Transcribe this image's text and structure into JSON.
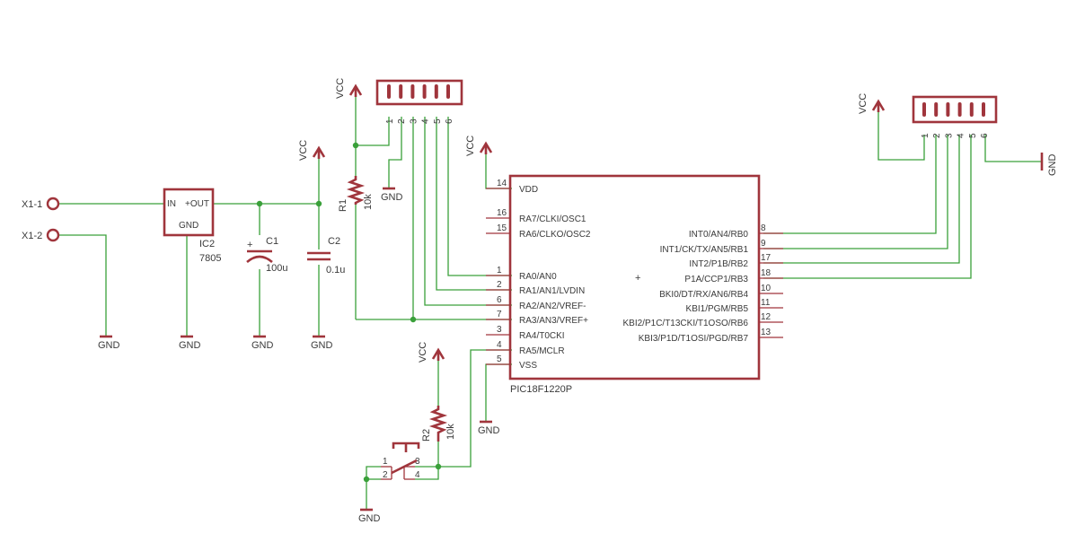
{
  "colors": {
    "net": "#3aa03a",
    "symbol": "#a0353c",
    "text": "#3a3a3a",
    "background": "#ffffff"
  },
  "connector_x1": {
    "pin1": "X1-1",
    "pin2": "X1-2"
  },
  "regulator": {
    "name": "IC2",
    "value": "7805",
    "in": "IN",
    "out": "+OUT",
    "gnd": "GND"
  },
  "capacitors": [
    {
      "name": "C1",
      "value": "100u"
    },
    {
      "name": "C2",
      "value": "0.1u"
    }
  ],
  "resistors": [
    {
      "name": "R1",
      "value": "10k"
    },
    {
      "name": "R2",
      "value": "10k"
    }
  ],
  "supply_labels": {
    "vcc": "VCC",
    "gnd": "GND"
  },
  "header_left": {
    "pins": [
      "1",
      "2",
      "3",
      "4",
      "5",
      "6"
    ]
  },
  "header_right": {
    "pins": [
      "1",
      "2",
      "3",
      "4",
      "5",
      "6"
    ]
  },
  "switch": {
    "pins": [
      "1",
      "2",
      "3",
      "4"
    ]
  },
  "mcu": {
    "name": "PIC18F1220P",
    "left_pins": [
      {
        "num": "14",
        "name": "VDD"
      },
      {
        "num": "16",
        "name": "RA7/CLKI/OSC1"
      },
      {
        "num": "15",
        "name": "RA6/CLKO/OSC2"
      },
      {
        "num": "1",
        "name": "RA0/AN0"
      },
      {
        "num": "2",
        "name": "RA1/AN1/LVDIN"
      },
      {
        "num": "6",
        "name": "RA2/AN2/VREF-"
      },
      {
        "num": "7",
        "name": "RA3/AN3/VREF+"
      },
      {
        "num": "3",
        "name": "RA4/T0CKI"
      },
      {
        "num": "4",
        "name": "RA5/MCLR"
      },
      {
        "num": "5",
        "name": "VSS"
      }
    ],
    "right_pins": [
      {
        "num": "8",
        "name": "INT0/AN4/RB0"
      },
      {
        "num": "9",
        "name": "INT1/CK/TX/AN5/RB1"
      },
      {
        "num": "17",
        "name": "INT2/P1B/RB2"
      },
      {
        "num": "18",
        "name": "P1A/CCP1/RB3"
      },
      {
        "num": "10",
        "name": "BKI0/DT/RX/AN6/RB4"
      },
      {
        "num": "11",
        "name": "KBI1/PGM/RB5"
      },
      {
        "num": "12",
        "name": "KBI2/P1C/T13CKI/T1OSO/RB6"
      },
      {
        "num": "13",
        "name": "KBI3/P1D/T1OSI/PGD/RB7"
      }
    ]
  }
}
